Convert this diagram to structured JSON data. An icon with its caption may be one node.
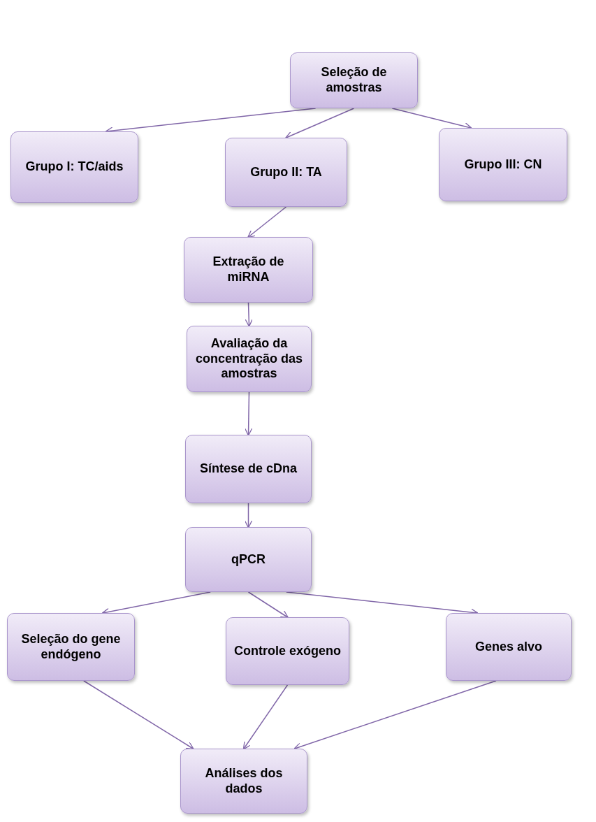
{
  "diagram": {
    "nodes": [
      {
        "text": [
          "Seleção de amostras"
        ]
      },
      {
        "text": [
          "Grupo I: TC/aids"
        ]
      },
      {
        "text": [
          "Grupo II: TA"
        ]
      },
      {
        "text": [
          "Grupo III: CN"
        ]
      },
      {
        "text": [
          "Extração de miRNA"
        ]
      },
      {
        "text": [
          "Avaliação da concentração das amostras"
        ]
      },
      {
        "text": [
          "Síntese de cDna"
        ]
      },
      {
        "text": [
          "qPCR"
        ]
      },
      {
        "text": [
          "Seleção do gene endógeno"
        ]
      },
      {
        "text": [
          "Controle exógeno"
        ]
      },
      {
        "text": [
          "Genes alvo"
        ]
      },
      {
        "text": [
          "Análises dos dados"
        ]
      }
    ],
    "edges": [
      {
        "from": 0,
        "to": 1,
        "arrow": "to"
      },
      {
        "from": 0,
        "to": 2,
        "arrow": "to"
      },
      {
        "from": 0,
        "to": 3,
        "arrow": "to"
      },
      {
        "from": 2,
        "to": 4,
        "arrow": "to"
      },
      {
        "from": 4,
        "to": 5,
        "arrow": "to"
      },
      {
        "from": 5,
        "to": 6,
        "arrow": "to"
      },
      {
        "from": 6,
        "to": 7,
        "arrow": "to"
      },
      {
        "from": 7,
        "to": 8,
        "arrow": "to"
      },
      {
        "from": 7,
        "to": 9,
        "arrow": "to"
      },
      {
        "from": 7,
        "to": 10,
        "arrow": "to"
      },
      {
        "from": 8,
        "to": 11,
        "arrow": "to"
      },
      {
        "from": 9,
        "to": 11,
        "arrow": "to"
      },
      {
        "from": 10,
        "to": 11,
        "arrow": "to"
      }
    ]
  }
}
